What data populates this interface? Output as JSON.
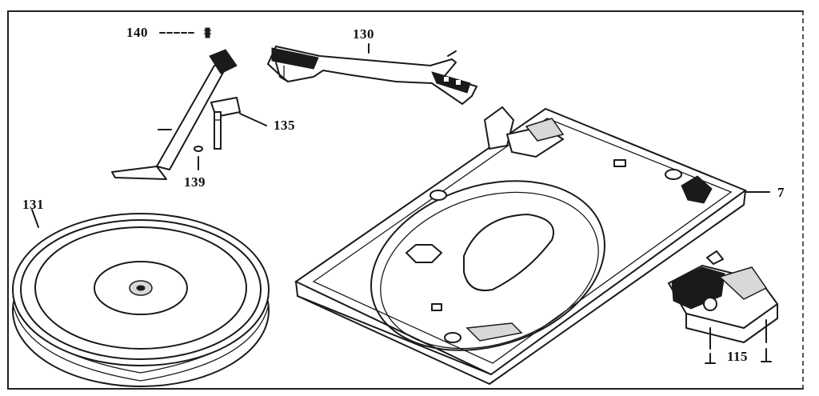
{
  "diagram": {
    "part_labels": {
      "p140": "140",
      "p130": "130",
      "p135": "135",
      "p139": "139",
      "p131": "131",
      "p7": "7",
      "p115": "115"
    }
  }
}
